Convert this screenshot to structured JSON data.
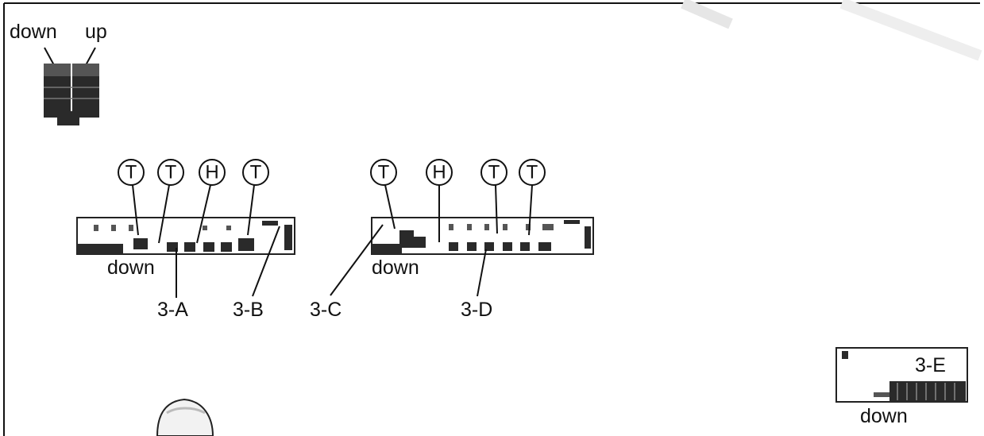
{
  "corner_key": {
    "down_label": "down",
    "up_label": "up"
  },
  "car_left": {
    "markers": [
      "T",
      "T",
      "H",
      "T"
    ],
    "down_label": "down",
    "callouts": [
      "3-A",
      "3-B"
    ]
  },
  "car_right": {
    "markers": [
      "T",
      "H",
      "T",
      "T"
    ],
    "down_label": "down",
    "callouts": [
      "3-C",
      "3-D"
    ]
  },
  "car_small": {
    "callout": "3-E",
    "down_label": "down"
  }
}
